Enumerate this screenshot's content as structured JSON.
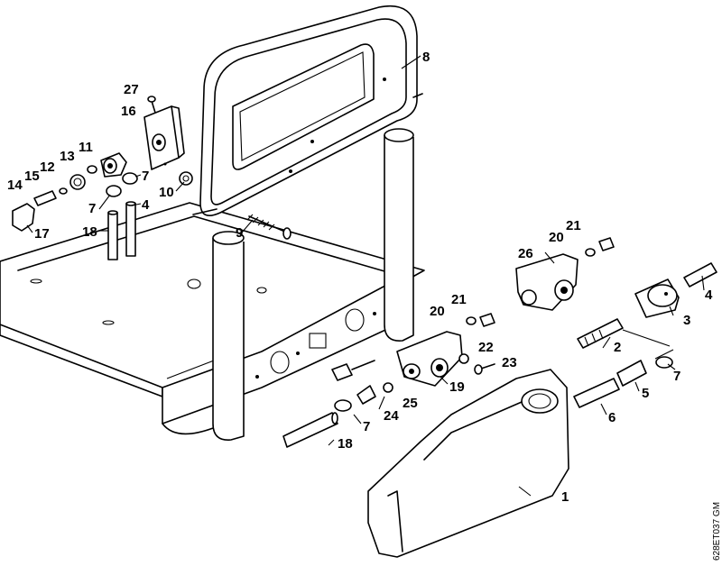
{
  "diagram": {
    "drawing_code": "628ET037 GM",
    "callouts": {
      "c1": "1",
      "c2": "2",
      "c3": "3",
      "c4a": "4",
      "c4b": "4",
      "c5": "5",
      "c6": "6",
      "c7a": "7",
      "c7b": "7",
      "c7c": "7",
      "c7d": "7",
      "c8": "8",
      "c9": "9",
      "c10": "10",
      "c11": "11",
      "c12": "12",
      "c13": "13",
      "c14": "14",
      "c15": "15",
      "c16": "16",
      "c17": "17",
      "c18a": "18",
      "c18b": "18",
      "c19": "19",
      "c20a": "20",
      "c20b": "20",
      "c21a": "21",
      "c21b": "21",
      "c22": "22",
      "c23": "23",
      "c24": "24",
      "c25": "25",
      "c26": "26",
      "c27": "27"
    }
  }
}
